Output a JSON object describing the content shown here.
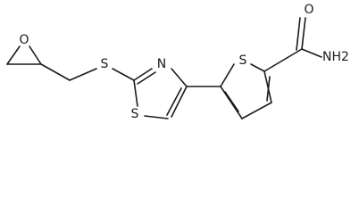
{
  "atoms": {
    "oxygen_epoxide": "O",
    "sulfur_thioether": "S",
    "nitrogen_thiazole": "N",
    "sulfur_thiazole": "S",
    "sulfur_thiophene": "S",
    "oxygen_amide": "O",
    "amide_nh2": "NH2"
  }
}
